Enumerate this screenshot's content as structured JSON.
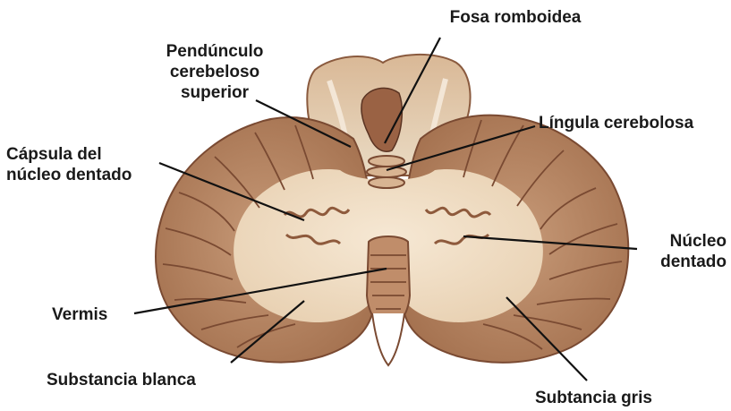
{
  "labels": {
    "fosa_romboidea": "Fosa romboidea",
    "pedunculo": [
      "Pendúnculo",
      "cerebeloso",
      "superior"
    ],
    "lingula": "Língula cerebolosa",
    "capsula": [
      "Cápsula del",
      "núcleo dentado"
    ],
    "nucleo": [
      "Núcleo",
      "dentado"
    ],
    "vermis": "Vermis",
    "substancia_blanca": "Substancia blanca",
    "subtancia_gris": "Subtancia gris"
  },
  "colors": {
    "gray_matter": "#a9795a",
    "white_matter": "#efdcc2",
    "folia_line": "#7a4a32",
    "leader_line": "#111111",
    "label_text": "#1a1a1a"
  }
}
